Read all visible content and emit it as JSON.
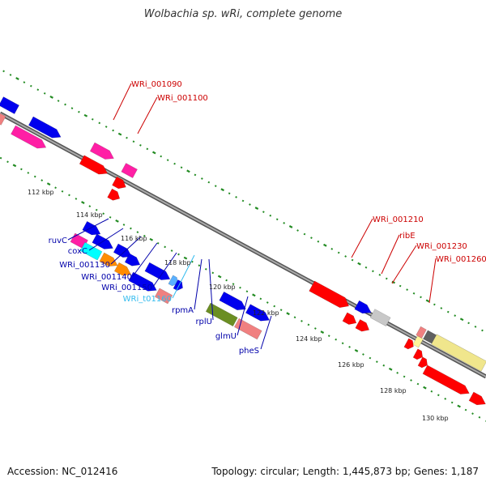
{
  "title": "Wolbachia sp. wRi, complete genome",
  "footer": {
    "accession": "Accession: NC_012416",
    "summary": "Topology: circular; Length: 1,445,873 bp; Genes: 1,187"
  },
  "colors": {
    "red": "#ff0000",
    "blue": "#0000ee",
    "magenta": "#ff1fa5",
    "pink": "#f08080",
    "cyan": "#00ffff",
    "orange": "#ff8c00",
    "olive": "#6b8e23",
    "lightblue": "#5ab0ff",
    "gray": "#c8c8c8",
    "darkgray": "#606060",
    "khaki": "#f0e68c",
    "lightyellow": "#fff59a",
    "green": "#228b22"
  },
  "scale_labels": [
    "112 kbp",
    "114 kbp",
    "116 kbp",
    "118 kbp",
    "120 kbp",
    "122 kbp",
    "124 kbp",
    "126 kbp",
    "128 kbp",
    "130 kbp"
  ],
  "gene_labels": [
    {
      "text": "WRi_001090",
      "color": "#cc0000"
    },
    {
      "text": "WRi_001100",
      "color": "#cc0000"
    },
    {
      "text": "WRi_001210",
      "color": "#cc0000"
    },
    {
      "text": "ribE",
      "color": "#cc0000"
    },
    {
      "text": "WRi_001230",
      "color": "#cc0000"
    },
    {
      "text": "WRi_001260",
      "color": "#cc0000"
    },
    {
      "text": "ruvC",
      "color": "#0000aa"
    },
    {
      "text": "coxC",
      "color": "#0000aa"
    },
    {
      "text": "WRi_001130",
      "color": "#0000aa"
    },
    {
      "text": "WRi_001140",
      "color": "#0000aa"
    },
    {
      "text": "WRi_001150",
      "color": "#0000aa"
    },
    {
      "text": "WRi_t01160",
      "color": "#33bbee"
    },
    {
      "text": "rpmA",
      "color": "#0000aa"
    },
    {
      "text": "rplU",
      "color": "#0000aa"
    },
    {
      "text": "glmU",
      "color": "#0000aa"
    },
    {
      "text": "pheS",
      "color": "#0000aa"
    }
  ]
}
